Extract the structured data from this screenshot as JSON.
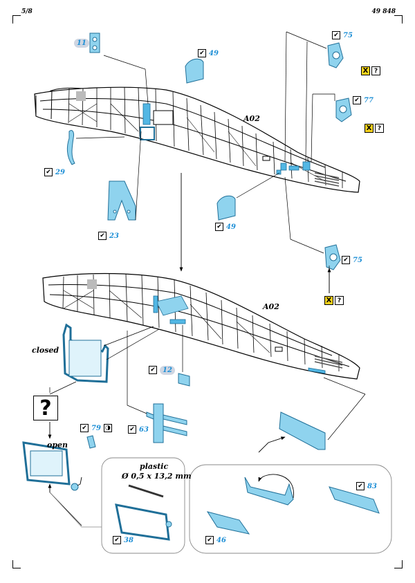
{
  "page": {
    "number": "5/8",
    "part_code": "49 848"
  },
  "labels": {
    "a02_top": "A02",
    "a02_bottom": "A02",
    "closed": "closed",
    "open": "open",
    "plastic": "plastic",
    "plastic_dim": "Ø 0,5 x 13,2 mm",
    "question_mark": "?"
  },
  "part_tags": {
    "p11": "11",
    "p49_top": "49",
    "p75_top": "75",
    "p77": "77",
    "p29": "29",
    "p23": "23",
    "p49_mid": "49",
    "p75_mid": "75",
    "p12": "12",
    "p79": "79",
    "p63": "63",
    "p38": "38",
    "p46": "46",
    "p83": "83"
  },
  "warnings": {
    "x": "X",
    "q": "?"
  },
  "colors": {
    "etch": "#8fd3ee",
    "etch_stroke": "#1f6f98",
    "highlight": "#52b7e4",
    "part_number": "#1e8fd6",
    "warning": "#f5d21c"
  }
}
